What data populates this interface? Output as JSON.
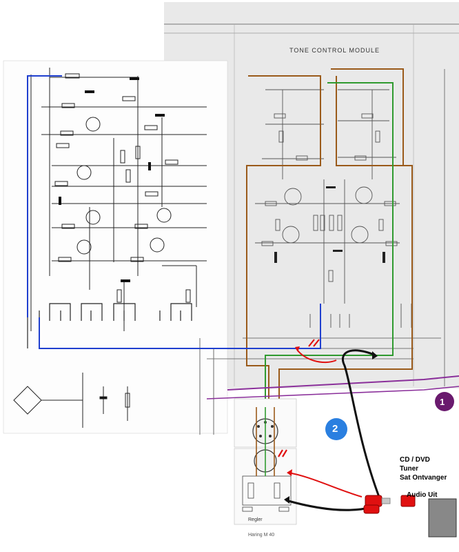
{
  "module_title": "TONE CONTROL MODULE",
  "source_device": {
    "line1": "CD / DVD",
    "line2": "Tuner",
    "line3": "Sat Ontvanger"
  },
  "audio_out_label": "Audio Uit",
  "markers": [
    {
      "num": "1"
    },
    {
      "num": "2"
    }
  ],
  "lower_board": {
    "caption": "Regler",
    "footer": "Haring M 40"
  },
  "colors": {
    "blue_wire": "#1f3fcf",
    "green_wire": "#2f9a2f",
    "brown_wire": "#9a5a1a",
    "purple_wire": "#8a2f9a",
    "red_mark": "#e01010",
    "marker1": "#6a1a6e",
    "marker2": "#2a7fe0"
  }
}
